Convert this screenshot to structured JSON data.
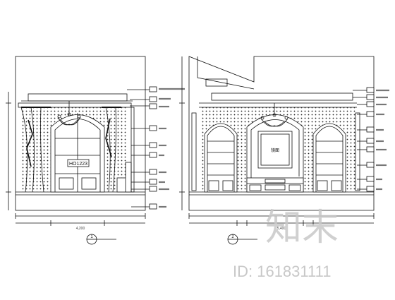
{
  "drawing": {
    "left_elevation": {
      "door_plaque": "HO1223",
      "bottom_dimension": "4,200",
      "section_tag": "1"
    },
    "right_elevation": {
      "mirror_label": "镜面",
      "bottom_dimension": "5,400",
      "section_tag": "2"
    }
  },
  "watermark": {
    "brand": "知末",
    "id_text": "ID: 161831111"
  },
  "colors": {
    "line": "#111111",
    "watermark": "#c8c8c8"
  }
}
